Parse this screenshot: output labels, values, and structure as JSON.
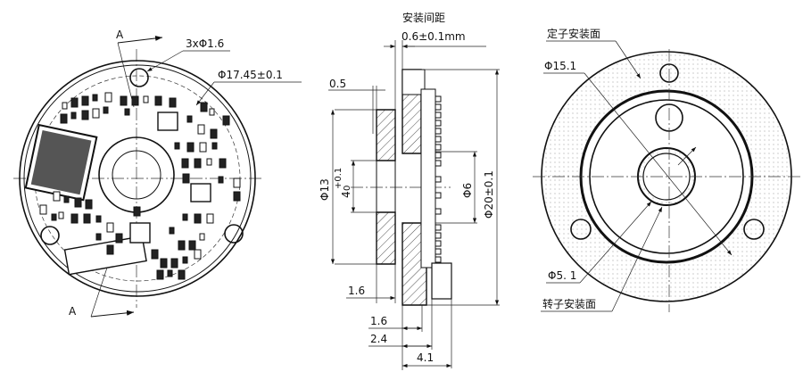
{
  "left_view": {
    "section_mark": "A",
    "section_mark_bottom": "A",
    "holes_label": "3xΦ1.6",
    "diameter_label": "Φ17.45±0.1"
  },
  "section_view": {
    "gap_title": "安装间距",
    "gap_value": "0.6±0.1mm",
    "dim_0_5": "0.5",
    "dim_phi13": "Φ13",
    "dim_phi4": "4",
    "dim_phi4_tol_upper": "+0.1",
    "dim_phi4_tol_lower": "0",
    "dim_phi6": "Φ6",
    "dim_phi20": "Φ20±0.1",
    "dim_1_6_left": "1.6",
    "dim_1_6": "1.6",
    "dim_2_4": "2.4",
    "dim_4_1": "4.1"
  },
  "right_view": {
    "stator_label": "定子安装面",
    "dia_15_1": "Φ15.1",
    "dia_5_1": "Φ5. 1",
    "rotor_label": "转子安装面"
  }
}
